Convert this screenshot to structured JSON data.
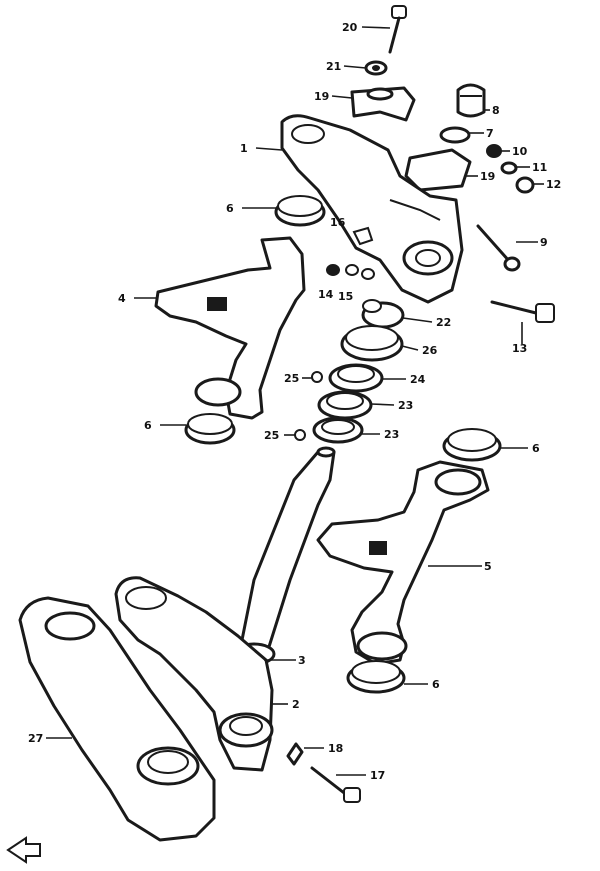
{
  "callouts": [
    {
      "id": "20",
      "text": "20"
    },
    {
      "id": "21",
      "text": "21"
    },
    {
      "id": "19a",
      "text": "19"
    },
    {
      "id": "8",
      "text": "8"
    },
    {
      "id": "7",
      "text": "7"
    },
    {
      "id": "10",
      "text": "10"
    },
    {
      "id": "1",
      "text": "1"
    },
    {
      "id": "11",
      "text": "11"
    },
    {
      "id": "19b",
      "text": "19"
    },
    {
      "id": "12",
      "text": "12"
    },
    {
      "id": "6a",
      "text": "6"
    },
    {
      "id": "16",
      "text": "16"
    },
    {
      "id": "9",
      "text": "9"
    },
    {
      "id": "4",
      "text": "4"
    },
    {
      "id": "14",
      "text": "14"
    },
    {
      "id": "15",
      "text": "15"
    },
    {
      "id": "22",
      "text": "22"
    },
    {
      "id": "13",
      "text": "13"
    },
    {
      "id": "26",
      "text": "26"
    },
    {
      "id": "25a",
      "text": "25"
    },
    {
      "id": "24",
      "text": "24"
    },
    {
      "id": "23a",
      "text": "23"
    },
    {
      "id": "6b",
      "text": "6"
    },
    {
      "id": "25b",
      "text": "25"
    },
    {
      "id": "23b",
      "text": "23"
    },
    {
      "id": "6c",
      "text": "6"
    },
    {
      "id": "5",
      "text": "5"
    },
    {
      "id": "3",
      "text": "3"
    },
    {
      "id": "2",
      "text": "2"
    },
    {
      "id": "6d",
      "text": "6"
    },
    {
      "id": "27",
      "text": "27"
    },
    {
      "id": "18",
      "text": "18"
    },
    {
      "id": "17",
      "text": "17"
    }
  ],
  "icons": {
    "front_arrow": "front-arrow-icon"
  }
}
